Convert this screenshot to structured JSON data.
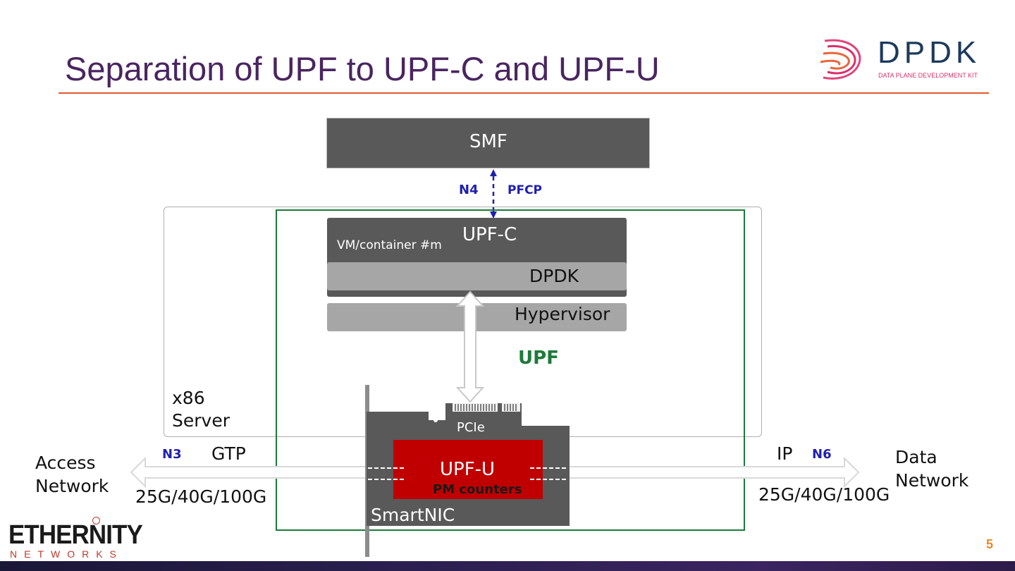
{
  "title": "Separation of UPF to UPF-C and UPF-U",
  "logo": {
    "name": "DPDK",
    "tagline": "DATA PLANE DEVELOPMENT KIT"
  },
  "diagram": {
    "smf": "SMF",
    "n4": "N4",
    "pfcp": "PFCP",
    "upf_c": "UPF-C",
    "vm_container": "VM/container  #m",
    "dpdk": "DPDK",
    "hypervisor": "Hypervisor",
    "upf": "UPF",
    "server": [
      "x86",
      "Server"
    ],
    "pcie": "PCIe",
    "upf_u": "UPF-U",
    "pm_counters": "PM counters",
    "smartnic": "SmartNIC",
    "n3": "N3",
    "gtp": "GTP",
    "access_network": [
      "Access",
      "Network"
    ],
    "speed_left": "25G/40G/100G",
    "ip": "IP",
    "n6": "N6",
    "data_network": [
      "Data",
      "Network"
    ],
    "speed_right": "25G/40G/100G"
  },
  "footer": {
    "company_logo": [
      "ETHERNITY",
      "NETWORKS"
    ],
    "page_number": "5"
  },
  "colors": {
    "title": "#4a2560",
    "accent_rule": "#e05a2b",
    "dark_box": "#595959",
    "light_box": "#a6a6a6",
    "upf_green": "#1e7a3a",
    "upf_u_red": "#c00000",
    "label_blue": "#1f1fb0",
    "page_number": "#e08a2b"
  }
}
